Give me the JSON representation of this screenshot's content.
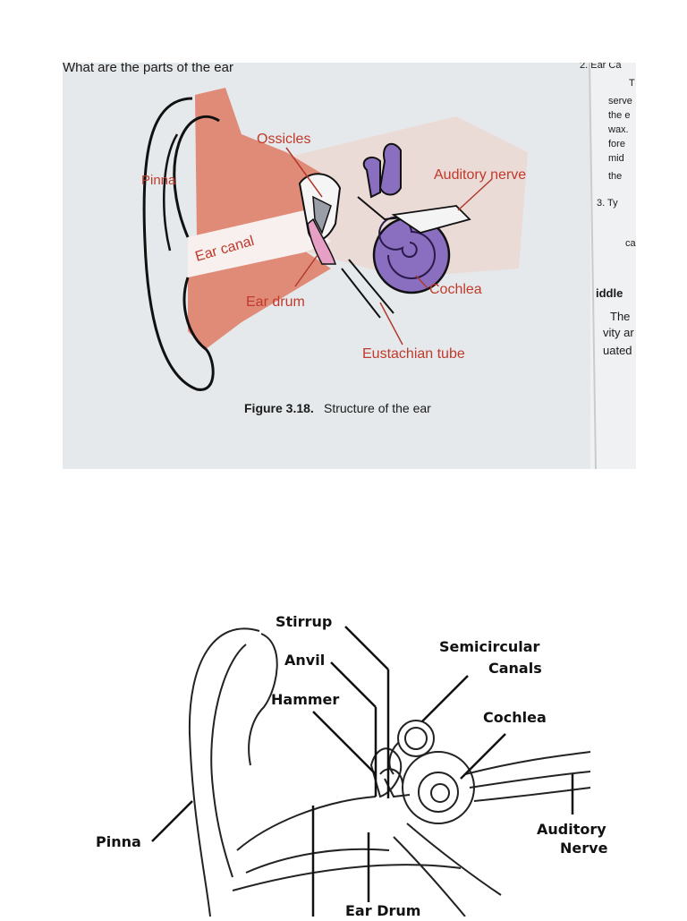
{
  "top_figure": {
    "question": "What are the parts of the ear",
    "caption_bold": "Figure 3.18.",
    "caption_text": "Structure of the ear",
    "labels": {
      "pinna": "Pinna",
      "ossicles": "Ossicles",
      "auditory_nerve": "Auditory nerve",
      "ear_canal": "Ear canal",
      "ear_drum": "Ear drum",
      "cochlea": "Cochlea",
      "eustachian_tube": "Eustachian tube"
    },
    "right_page_fragments": [
      "2.  Ear Ca",
      "T",
      "serve",
      "the e",
      "wax.",
      "fore",
      "mid",
      "the",
      "3.  Ty",
      "ca",
      "iddle",
      "The",
      "vity ar",
      "uated"
    ],
    "colors": {
      "label_red": "#c0392b",
      "skin": "#e08a78",
      "cochlea": "#8a6fc0"
    }
  },
  "bottom_figure": {
    "labels": {
      "stirrup": "Stirrup",
      "anvil": "Anvil",
      "semicircular": "Semicircular",
      "canals": "Canals",
      "hammer": "Hammer",
      "cochlea": "Cochlea",
      "pinna": "Pinna",
      "auditory": "Auditory",
      "nerve": "Nerve",
      "ear_drum": "Ear Drum"
    }
  }
}
